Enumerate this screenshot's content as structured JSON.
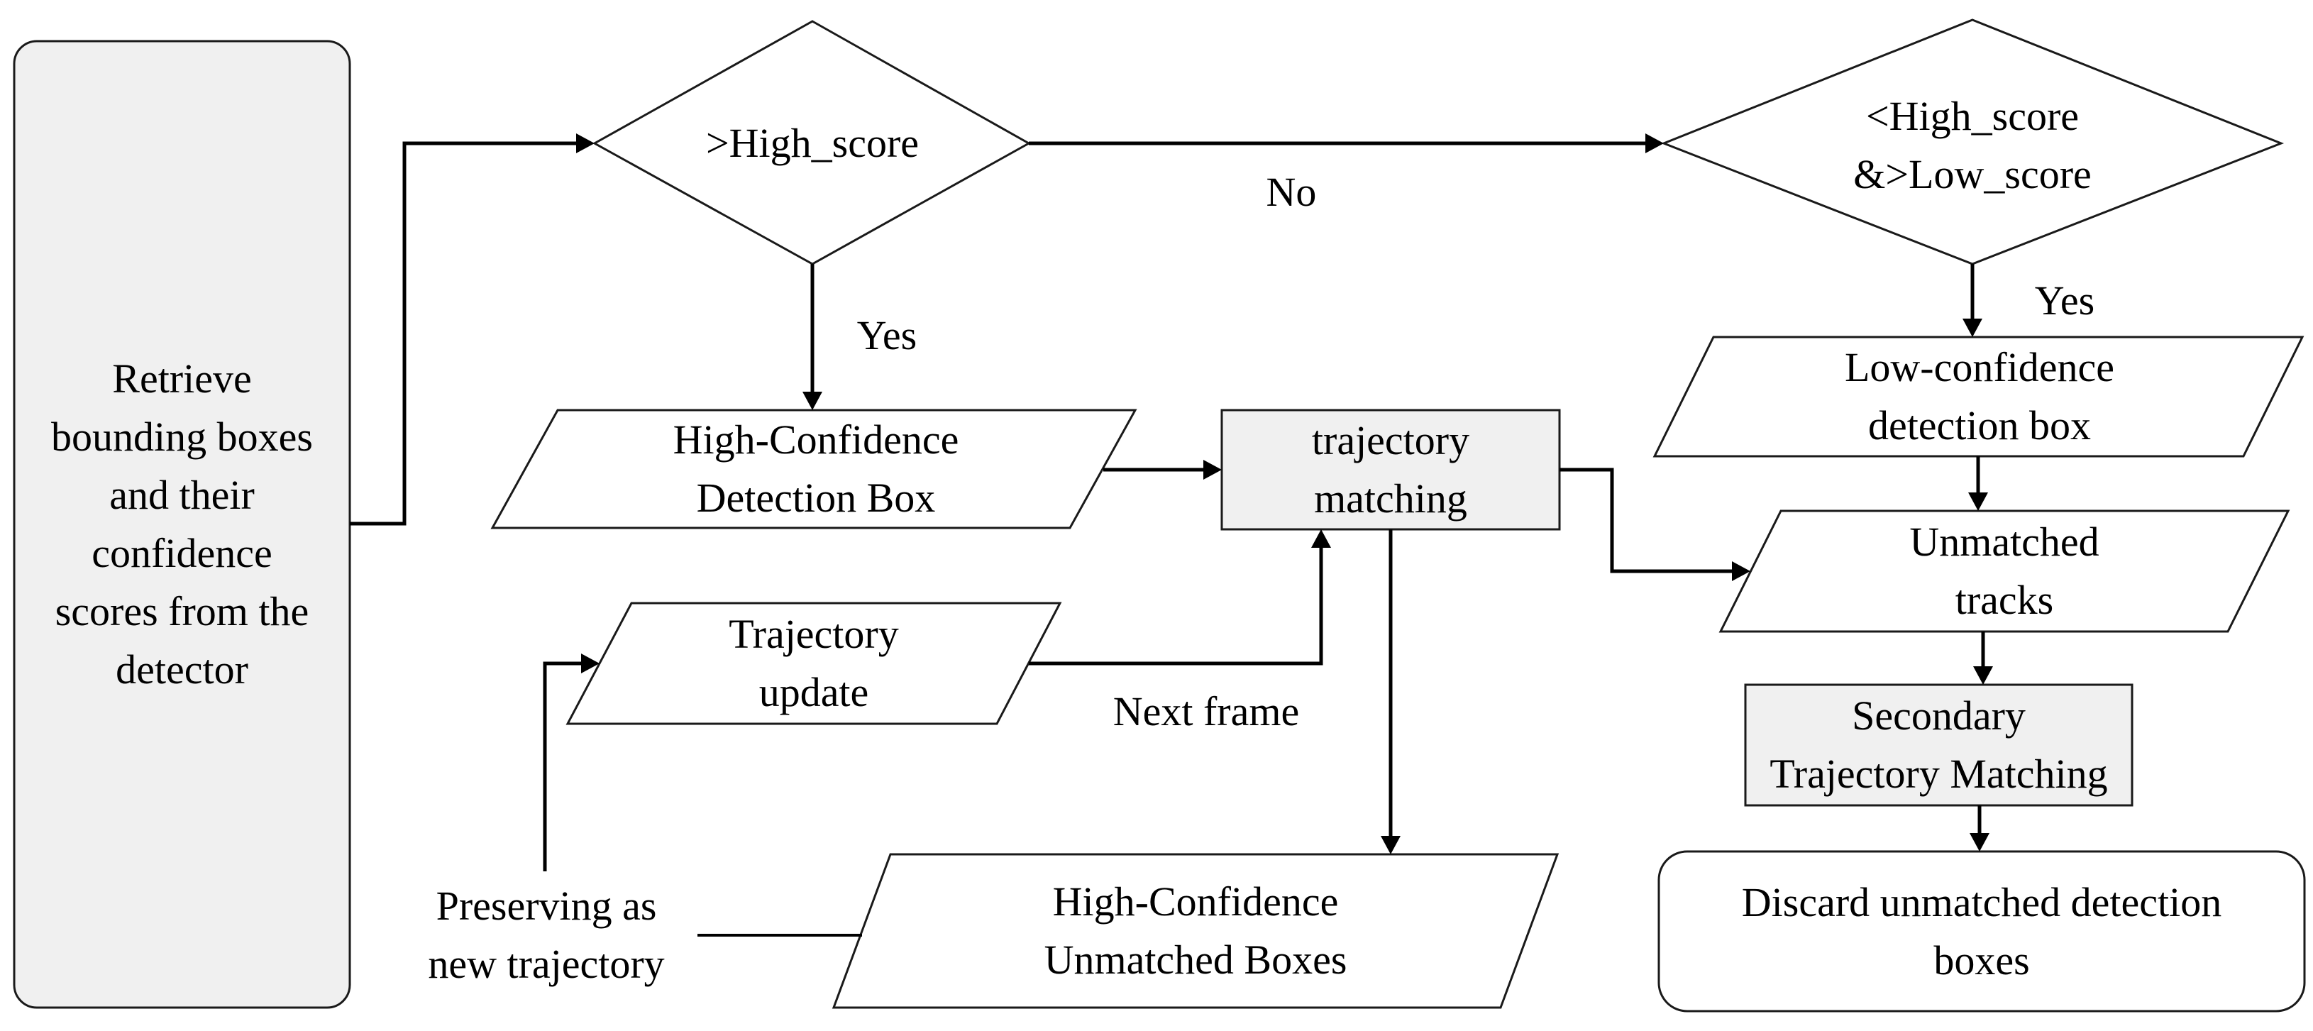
{
  "nodes": {
    "retrieve": "Retrieve\nbounding boxes\nand their\nconfidence\nscores from the\ndetector",
    "high_score": ">High_score",
    "mid_score": "<High_score\n&>Low_score",
    "high_conf_box": "High-Confidence\nDetection Box",
    "trajectory_matching": "trajectory\nmatching",
    "trajectory_update": "Trajectory\nupdate",
    "high_conf_unmatched": "High-Confidence\nUnmatched Boxes",
    "preserving": "Preserving as\nnew trajectory",
    "low_conf_box": "Low-confidence\ndetection box",
    "unmatched_tracks": "Unmatched\ntracks",
    "secondary_matching": "Secondary\nTrajectory Matching",
    "discard": "Discard unmatched detection\nboxes"
  },
  "edge_labels": {
    "no": "No",
    "yes_left": "Yes",
    "yes_right": "Yes",
    "next_frame": "Next frame"
  }
}
